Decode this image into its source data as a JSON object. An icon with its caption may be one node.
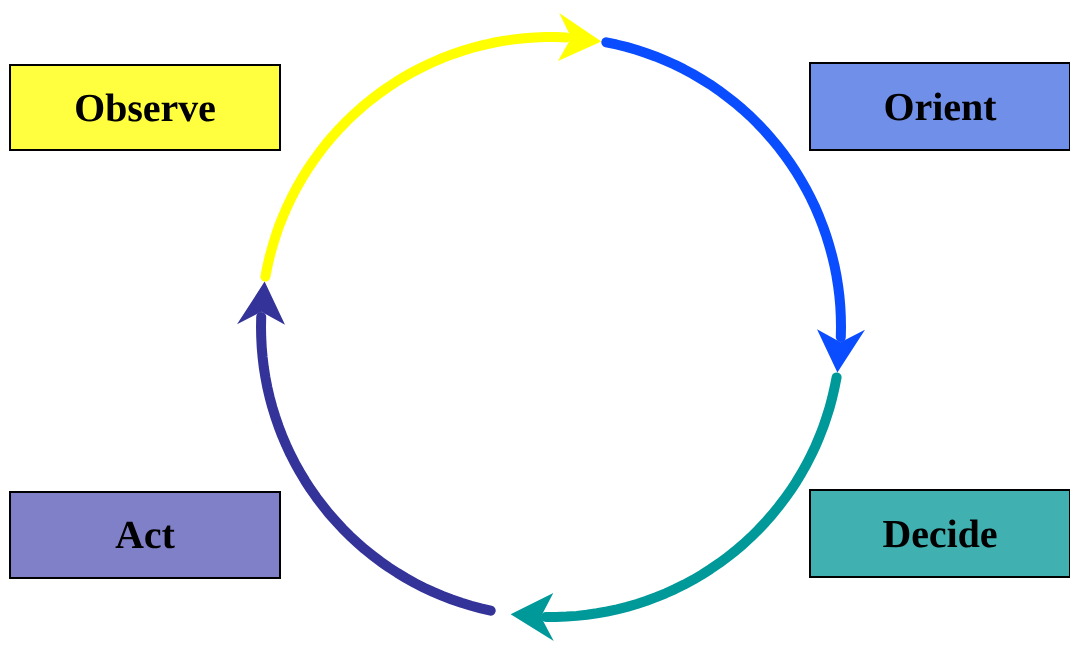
{
  "diagram": {
    "nodes": [
      {
        "text": [
          "Observe"
        ]
      },
      {
        "text": [
          "Orient"
        ]
      },
      {
        "text": [
          "Decide"
        ]
      },
      {
        "text": [
          "Act"
        ]
      }
    ]
  }
}
